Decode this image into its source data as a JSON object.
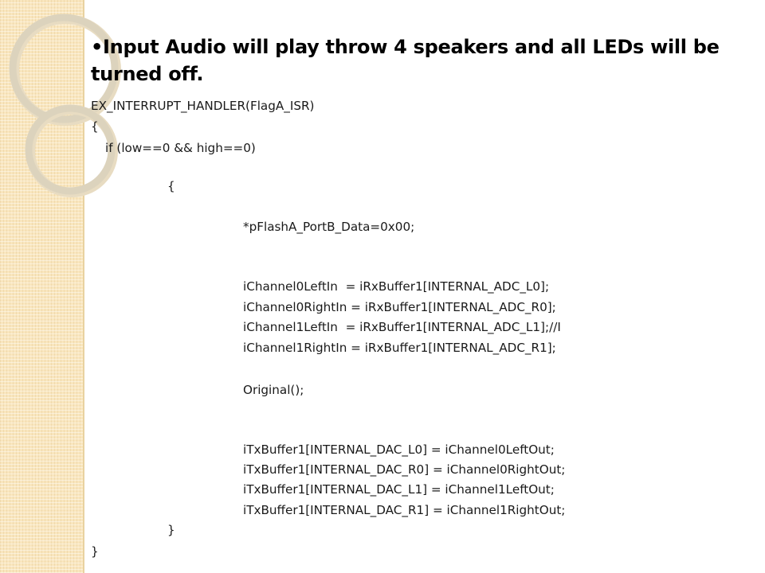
{
  "slide": {
    "bullet": "•",
    "heading": "Input Audio will play throw 4 speakers and all LEDs will be turned off."
  },
  "code_lines": [
    "EX_INTERRUPT_HANDLER(FlagA_ISR)",
    "{",
    "if (low==0 && high==0)",
    "{",
    "*pFlashA_PortB_Data=0x00;",
    "iChannel0LeftIn  = iRxBuffer1[INTERNAL_ADC_L0];",
    "iChannel0RightIn = iRxBuffer1[INTERNAL_ADC_R0];",
    "iChannel1LeftIn  = iRxBuffer1[INTERNAL_ADC_L1];//I",
    "iChannel1RightIn = iRxBuffer1[INTERNAL_ADC_R1];",
    "Original();",
    "iTxBuffer1[INTERNAL_DAC_L0] = iChannel0LeftOut;",
    "iTxBuffer1[INTERNAL_DAC_R0] = iChannel0RightOut;",
    "iTxBuffer1[INTERNAL_DAC_L1] = iChannel1LeftOut;",
    "iTxBuffer1[INTERNAL_DAC_R1] = iChannel1RightOut;",
    "}",
    "}"
  ],
  "colors": {
    "sidebar": "#f9e6be",
    "ring": "#ddd2b8",
    "text": "#1a1a1a"
  }
}
